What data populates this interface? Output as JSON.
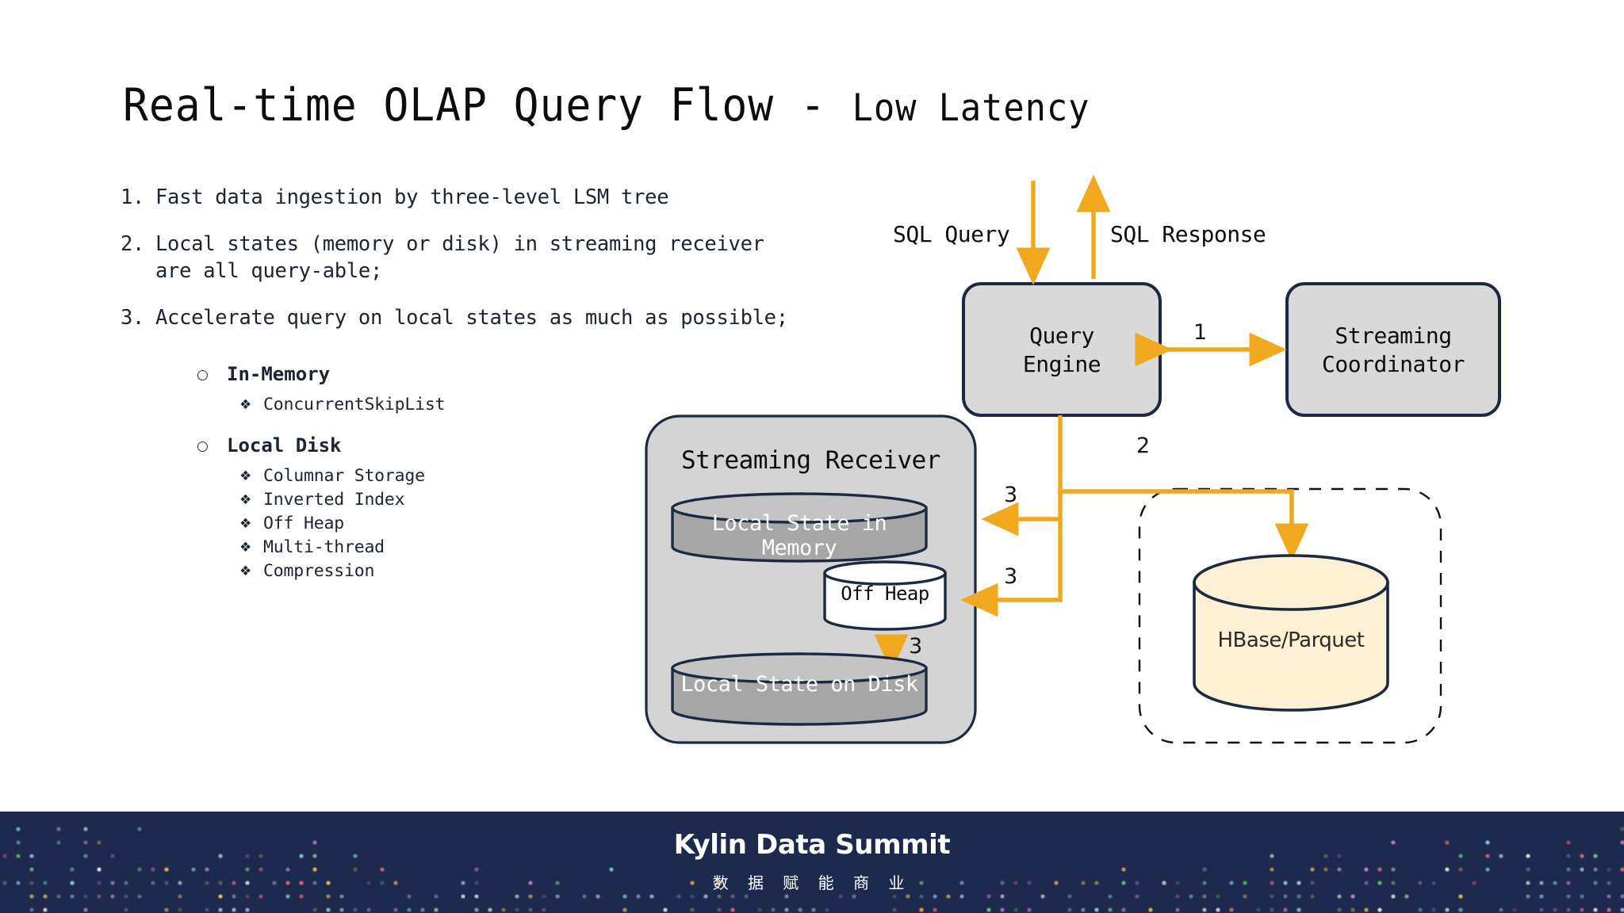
{
  "slide": {
    "title_main": "Real-time OLAP Query Flow  -",
    "title_sub": "Low Latency",
    "background": "#ffffff"
  },
  "colors": {
    "arrow": "#f0a81e",
    "box_border": "#1b2a40",
    "box_fill": "#d9d9d9",
    "cyl_gray_fill": "#a6a6a6",
    "cyl_white_fill": "#ffffff",
    "cyl_cream_fill": "#fdf0d5",
    "container_fill": "#d4d4d4",
    "text": "#1b2430",
    "footer_bg": "#1d2a4d"
  },
  "bullets": [
    {
      "num": "1.",
      "text": "Fast data ingestion by three-level LSM tree",
      "cont": ""
    },
    {
      "num": "2.",
      "text": "Local states (memory or disk) in streaming receiver",
      "cont": "are all query-able;"
    },
    {
      "num": "3.",
      "text": "Accelerate query on local states as much as possible;",
      "cont": ""
    }
  ],
  "sublist": [
    {
      "marker": "○",
      "label": "In-Memory",
      "children": [
        {
          "marker": "❖",
          "label": "ConcurrentSkipList"
        }
      ]
    },
    {
      "marker": "○",
      "label": "Local Disk",
      "children": [
        {
          "marker": "❖",
          "label": "Columnar Storage"
        },
        {
          "marker": "❖",
          "label": "Inverted Index"
        },
        {
          "marker": "❖",
          "label": "Off Heap"
        },
        {
          "marker": "❖",
          "label": "Multi-thread"
        },
        {
          "marker": "❖",
          "label": "Compression"
        }
      ]
    }
  ],
  "diagram": {
    "flow_labels": {
      "sql_query": "SQL Query",
      "sql_response": "SQL Response"
    },
    "step_numbers": {
      "step1": "1",
      "step2": "2",
      "step3_memory": "3",
      "step3_offheap": "3",
      "step3_disk": "3"
    },
    "nodes": {
      "query_engine": {
        "line1": "Query",
        "line2": "Engine"
      },
      "streaming_coordinator": {
        "line1": "Streaming",
        "line2": "Coordinator"
      },
      "streaming_receiver": {
        "title": "Streaming Receiver"
      },
      "local_state_memory": {
        "label": "Local State in Memory"
      },
      "off_heap": {
        "label": "Off Heap"
      },
      "local_state_disk": {
        "label": "Local State on Disk"
      },
      "hbase_parquet": {
        "label": "HBase/Parquet"
      }
    }
  },
  "footer": {
    "brand": "Kylin Data Summit",
    "tagline": "数 据 赋 能 商 业"
  }
}
